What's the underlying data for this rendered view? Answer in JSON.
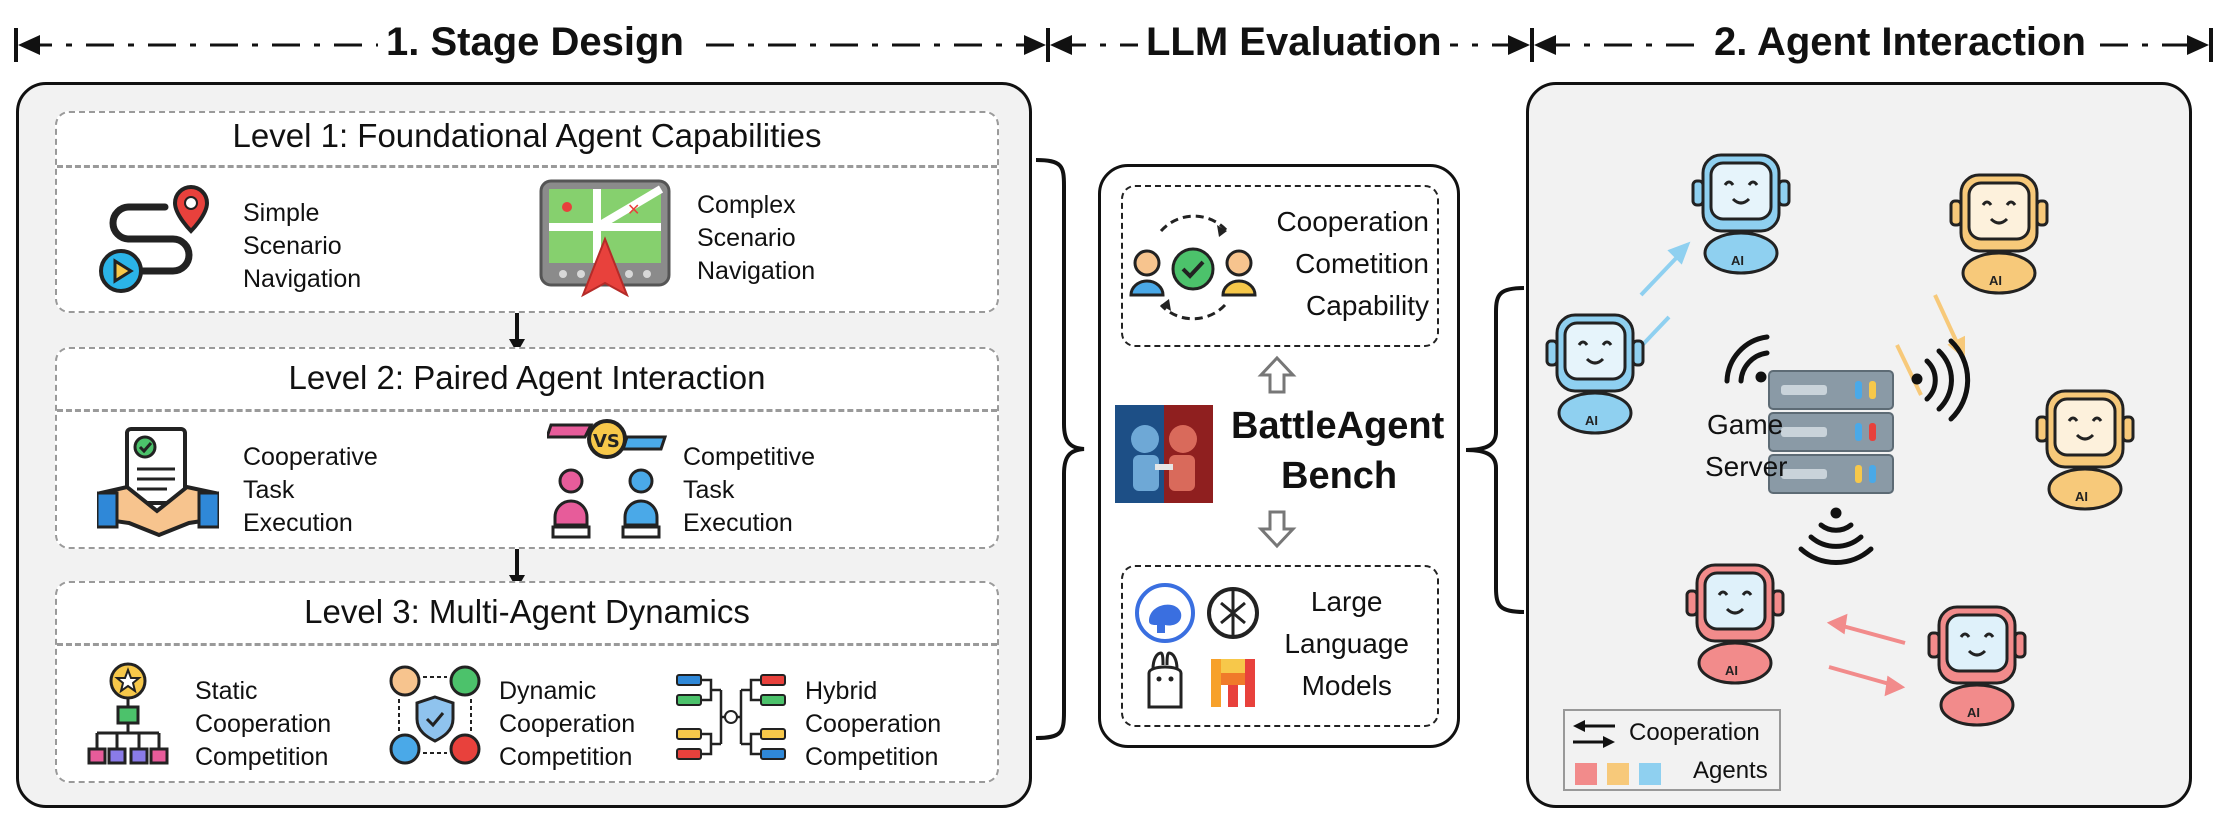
{
  "header": {
    "section1": "1. Stage Design",
    "section_mid": "LLM Evaluation",
    "section2": "2. Agent Interaction"
  },
  "stage_design": {
    "level1": {
      "title": "Level 1: Foundational Agent Capabilities",
      "items": [
        {
          "label": "Simple\nScenario\nNavigation",
          "icon": "route-pin-icon"
        },
        {
          "label": "Complex\nScenario\nNavigation",
          "icon": "map-navigation-icon"
        }
      ]
    },
    "level2": {
      "title": "Level 2: Paired Agent Interaction",
      "items": [
        {
          "label": "Cooperative\nTask\nExecution",
          "icon": "handshake-contract-icon"
        },
        {
          "label": "Competitive\nTask\nExecution",
          "icon": "versus-players-icon"
        }
      ]
    },
    "level3": {
      "title": "Level 3: Multi-Agent Dynamics",
      "items": [
        {
          "label": "Static\nCooperation\nCompetition",
          "icon": "hierarchy-star-icon"
        },
        {
          "label": "Dynamic\nCooperation\nCompetition",
          "icon": "shield-cycle-icon"
        },
        {
          "label": "Hybrid\nCooperation\nCompetition",
          "icon": "bracket-tree-icon"
        }
      ]
    }
  },
  "llm_evaluation": {
    "capability_label": "Cooperation\nCometition\nCapability",
    "bench_name_line1": "BattleAgent",
    "bench_name_line2": "Bench",
    "models_label": "Large\nLanguage\nModels"
  },
  "agent_interaction": {
    "server_label_line1": "Game",
    "server_label_line2": "Server",
    "robot_badge": "AI",
    "legend": {
      "cooperation_label": "Cooperation",
      "agents_label": "Agents",
      "agent_colors": [
        "#f28b8b",
        "#f7c97a",
        "#8fd0f0"
      ]
    }
  },
  "colors": {
    "panel_bg": "#f2f2f2",
    "blue_robot": "#8fd0f0",
    "yellow_robot": "#f7c97a",
    "red_robot": "#f28b8b"
  }
}
